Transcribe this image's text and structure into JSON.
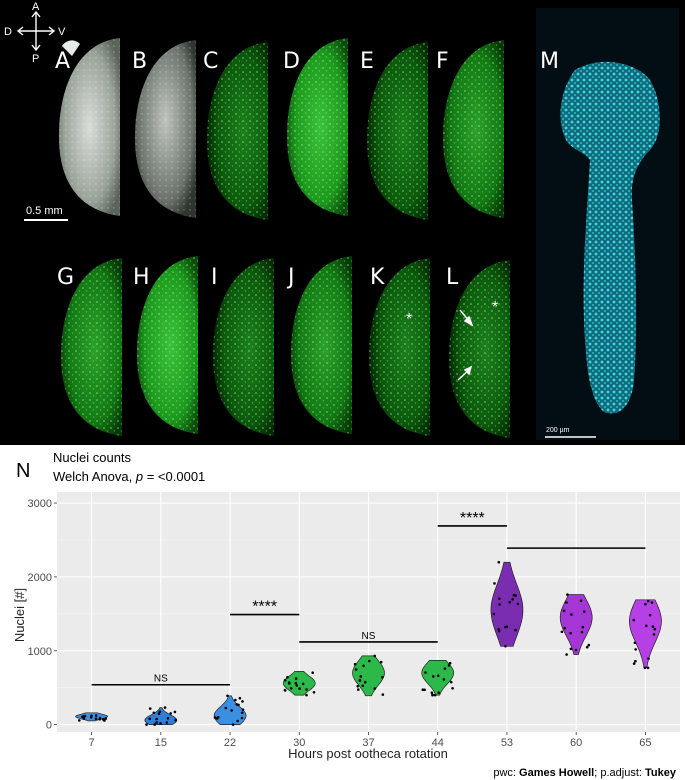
{
  "panels": {
    "compass": {
      "a": "A",
      "d": "D",
      "v": "V",
      "p": "P"
    },
    "top_labels": [
      "A",
      "B",
      "C",
      "D",
      "E",
      "F"
    ],
    "bottom_labels": [
      "G",
      "H",
      "I",
      "J",
      "K",
      "L"
    ],
    "m_label": "M",
    "scale_top": "0.5 mm",
    "scale_m": "200 µm",
    "asterisk": "*"
  },
  "plot": {
    "panel_letter": "N",
    "title": "Nuclei counts",
    "subtitle_prefix": "Welch Anova, ",
    "subtitle_p": "p",
    "subtitle_rest": " = <0.0001",
    "footer_prefix": "pwc: ",
    "footer_method": "Games Howell",
    "footer_mid": "; p.adjust: ",
    "footer_adjust": "Tukey"
  },
  "chart_data": {
    "type": "violin",
    "xlabel": "Hours post ootheca rotation",
    "ylabel": "Nuclei [#]",
    "ylim": [
      -100,
      3150
    ],
    "yticks": [
      0,
      1000,
      2000,
      3000
    ],
    "grid": true,
    "categories": [
      "7",
      "15",
      "22",
      "30",
      "37",
      "44",
      "53",
      "60",
      "65"
    ],
    "groups": [
      {
        "x": "7",
        "color": "#3b8fe0",
        "min": 50,
        "max": 160,
        "peak": 110
      },
      {
        "x": "15",
        "color": "#2f7fd8",
        "min": 0,
        "max": 230,
        "peak": 60
      },
      {
        "x": "22",
        "color": "#3b8fe0",
        "min": 0,
        "max": 390,
        "peak": 120
      },
      {
        "x": "30",
        "color": "#2db84a",
        "min": 400,
        "max": 720,
        "peak": 560
      },
      {
        "x": "37",
        "color": "#2db84a",
        "min": 390,
        "max": 930,
        "peak": 700
      },
      {
        "x": "44",
        "color": "#2db84a",
        "min": 400,
        "max": 870,
        "peak": 700
      },
      {
        "x": "53",
        "color": "#7a2db0",
        "min": 1060,
        "max": 2200,
        "peak": 1550
      },
      {
        "x": "60",
        "color": "#a436d6",
        "min": 950,
        "max": 1760,
        "peak": 1450
      },
      {
        "x": "65",
        "color": "#b640e6",
        "min": 770,
        "max": 1690,
        "peak": 1400
      }
    ],
    "comparisons": [
      {
        "from": "7",
        "to": "22",
        "y": 540,
        "label": "NS"
      },
      {
        "from": "22",
        "to": "30",
        "y": 1490,
        "label": "****"
      },
      {
        "from": "30",
        "to": "44",
        "y": 1120,
        "label": "NS"
      },
      {
        "from": "44",
        "to": "53",
        "y": 2690,
        "label": "****"
      },
      {
        "from": "53",
        "to": "65",
        "y": 2390,
        "label": ""
      }
    ]
  }
}
